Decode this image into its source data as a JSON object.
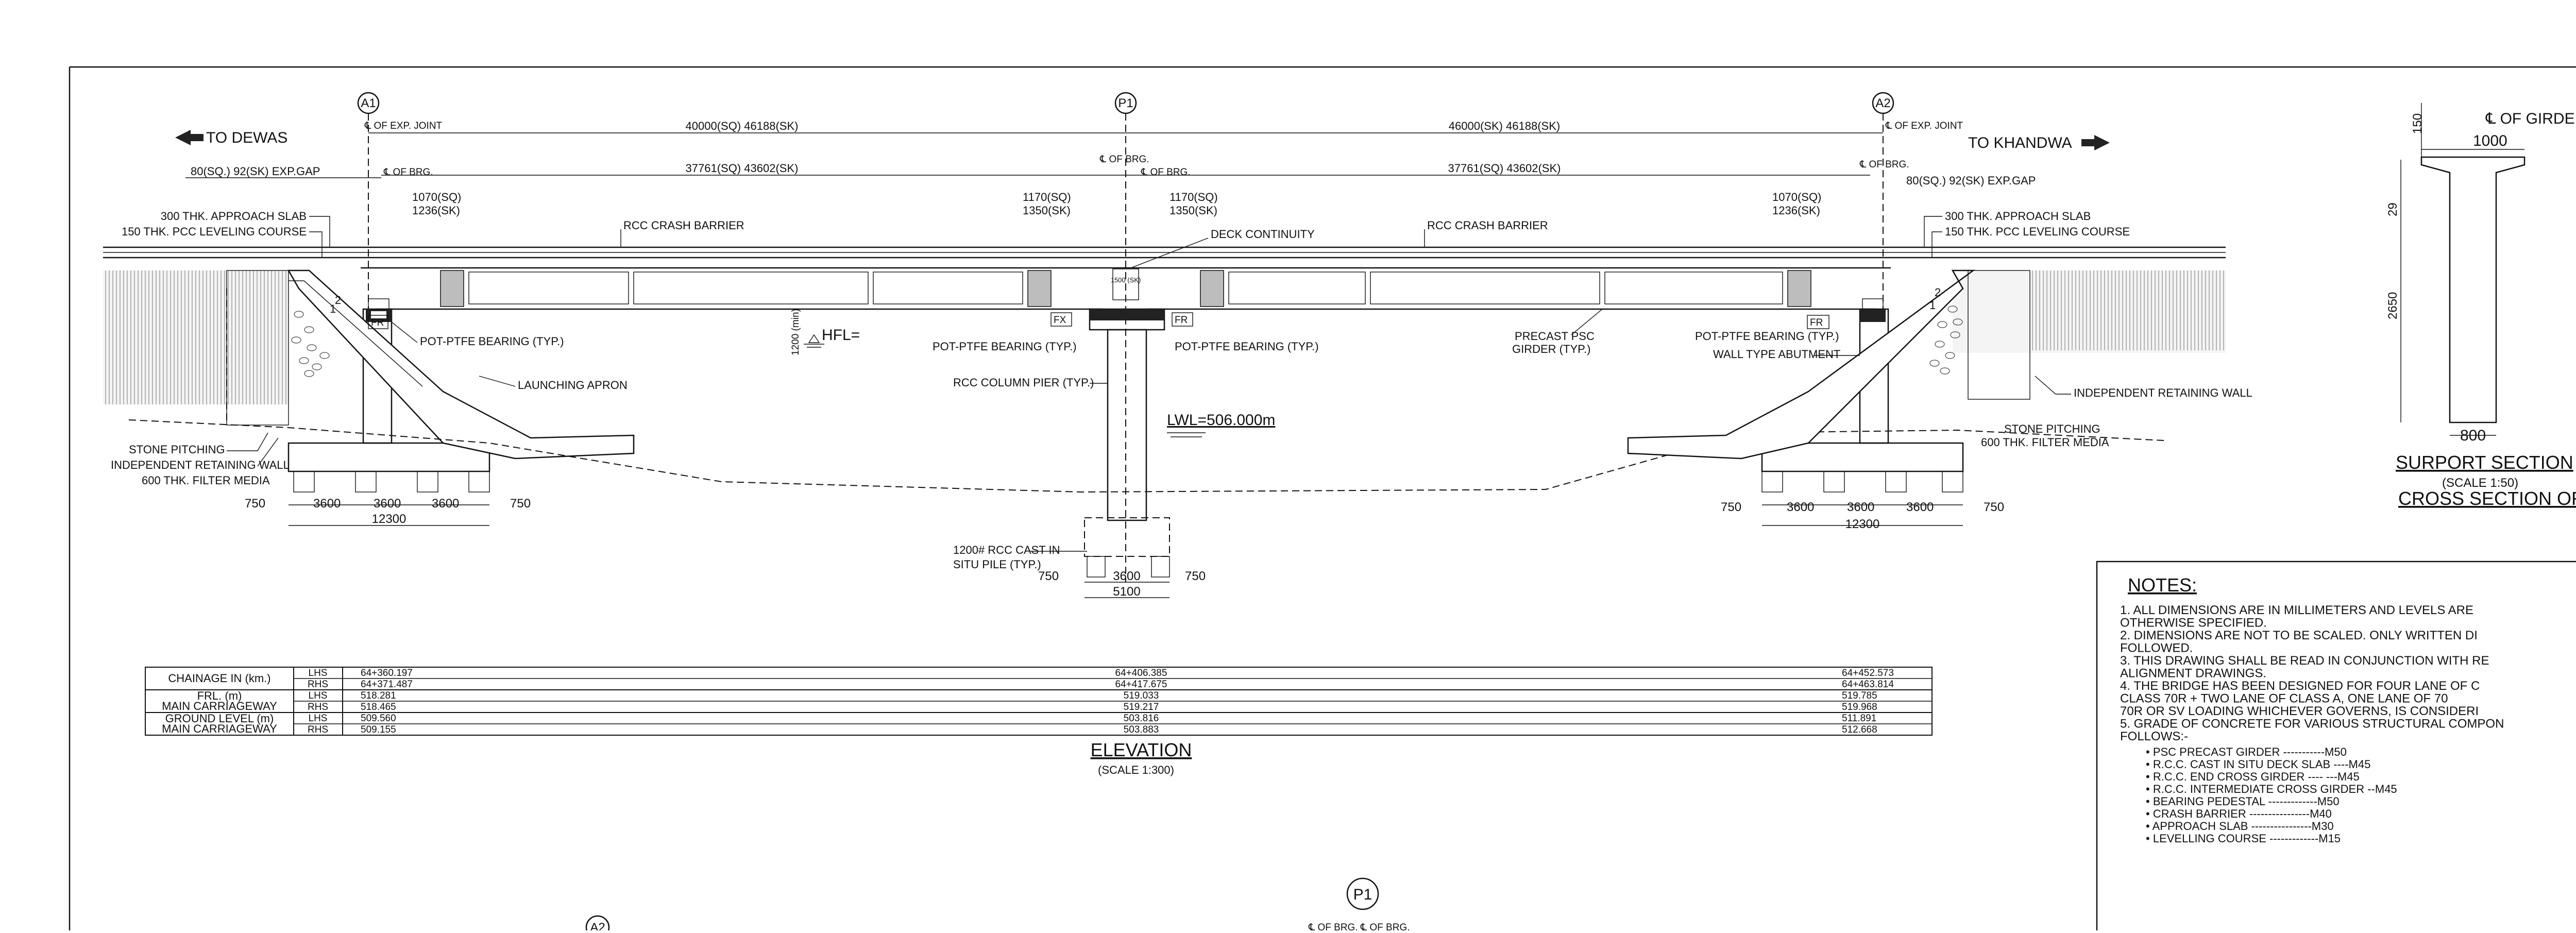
{
  "directions": {
    "left": "TO DEWAS",
    "right": "TO KHANDWA"
  },
  "axes": {
    "a1": "A1",
    "p1": "P1",
    "a2": "A2",
    "exp_joint": "℄ OF EXP. JOINT",
    "of_brg": "℄ OF BRG."
  },
  "dims": {
    "span1": "40000(SQ) 46188(SK)",
    "span2": "46000(SK) 46188(SK)",
    "brg1": "37761(SQ) 43602(SK)",
    "brg2": "37761(SQ) 43602(SK)",
    "expgap": "80(SQ.) 92(SK) EXP.GAP",
    "expgap_r": "80(SQ.) 92(SK) EXP.GAP",
    "d1070sq": "1070(SQ)",
    "d1236sk": "1236(SK)",
    "d1170sq": "1170(SQ)",
    "d1350sk": "1350(SK)",
    "d3600": "3600",
    "d750": "750",
    "d12300": "12300",
    "d5100": "5100",
    "d1200m": "1200 (min)",
    "d1500": "1500 (SK)"
  },
  "labels": {
    "approach_slab": "300 THK. APPROACH SLAB",
    "pcc_course": "150 THK. PCC LEVELING COURSE",
    "crash_barrier": "RCC CRASH BARRIER",
    "deck_continuity": "DECK CONTINUITY",
    "pot_ptfe": "POT-PTFE BEARING (TYP.)",
    "fr": "FR",
    "fx": "FX",
    "launching_apron": "LAUNCHING APRON",
    "hfl": "HFL=",
    "column_pier": "RCC COLUMN PIER (TYP.)",
    "lwl": "LWL=506.000m",
    "precast_girder_1": "PRECAST PSC",
    "precast_girder_2": "GIRDER (TYP.)",
    "wall_abutment": "WALL TYPE ABUTMENT",
    "indep_wall": "INDEPENDENT RETAINING WALL",
    "stone_pitching": "STONE PITCHING",
    "filter_media": "600 THK. FILTER MEDIA",
    "pile_1": "1200# RCC CAST IN",
    "pile_2": "SITU PILE (TYP.)"
  },
  "table": {
    "rows": [
      {
        "label": "CHAINAGE IN (km.)",
        "sub": [
          "LHS",
          "RHS"
        ],
        "values": [
          [
            "64+360.197",
            "64+406.385",
            "64+452.573"
          ],
          [
            "64+371.487",
            "64+417.675",
            "64+463.814"
          ]
        ]
      },
      {
        "label": "FRL.  (m)\nMAIN CARRIAGEWAY",
        "sub": [
          "LHS",
          "RHS"
        ],
        "values": [
          [
            "518.281",
            "519.033",
            "519.785"
          ],
          [
            "518.465",
            "519.217",
            "519.968"
          ]
        ]
      },
      {
        "label": "GROUND LEVEL (m)\nMAIN CARRIAGEWAY",
        "sub": [
          "LHS",
          "RHS"
        ],
        "values": [
          [
            "509.560",
            "503.816",
            "511.891"
          ],
          [
            "509.155",
            "503.883",
            "512.668"
          ]
        ]
      }
    ]
  },
  "elevation": {
    "title": "ELEVATION",
    "scale": "(SCALE 1:300)"
  },
  "support_section": {
    "cl_girder": "℄ OF GIRDER",
    "d1000": "1000",
    "d150": "150",
    "d29": "29",
    "d2650": "2650",
    "d800": "800",
    "title": "SURPORT SECTION",
    "scale": "(SCALE 1:50)",
    "subtitle": "CROSS SECTION OF"
  },
  "notes": {
    "heading": "NOTES:",
    "lines": [
      "1. ALL DIMENSIONS ARE IN  MILLIMETERS AND  LEVELS ARE",
      "OTHERWISE SPECIFIED.",
      "2.  DIMENSIONS ARE NOT TO BE SCALED. ONLY WRITTEN  DI",
      "     FOLLOWED.",
      "3.  THIS DRAWING SHALL BE READ IN CONJUNCTION WITH RE",
      "     ALIGNMENT  DRAWINGS.",
      "4.  THE BRIDGE HAS BEEN DESIGNED FOR FOUR LANE OF C",
      "     CLASS 70R + TWO LANE OF CLASS A, ONE LANE OF 70",
      "     70R OR SV LOADING WHICHEVER GOVERNS, IS CONSIDERI",
      "5.  GRADE OF CONCRETE FOR VARIOUS STRUCTURAL COMPON",
      "     FOLLOWS:-"
    ],
    "grades": [
      "• PSC PRECAST GIRDER -----------M50",
      "• R.C.C. CAST IN SITU DECK SLAB ----M45",
      "• R.C.C. END CROSS GIRDER ---- ---M45",
      "• R.C.C. INTERMEDIATE CROSS GIRDER --M45",
      "• BEARING PEDESTAL -------------M50",
      "• CRASH BARRIER ----------------M40",
      "• APPROACH SLAB ----------------M30",
      "• LEVELLING COURSE -------------M15"
    ]
  },
  "lower_view": {
    "a2": "A2",
    "p1": "P1",
    "brg_text": "℄ OF BRG.  ℄ OF BRG."
  }
}
